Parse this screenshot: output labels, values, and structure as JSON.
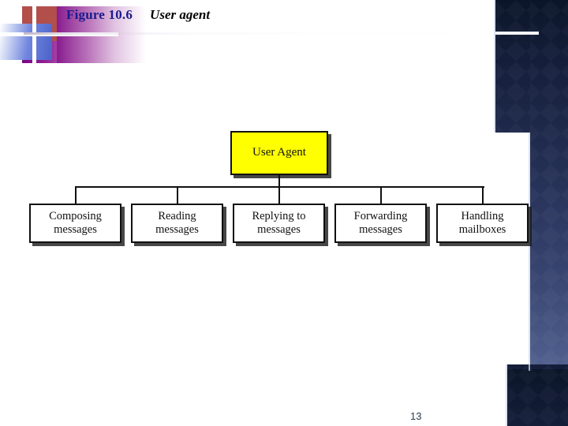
{
  "slide": {
    "page_number": "13",
    "title": {
      "figure_label": "Figure 10.6",
      "figure_name": "User agent"
    },
    "colors": {
      "figure_label_color": "#1a1a8c",
      "figure_name_color": "#000000",
      "root_node_fill": "#ffff00",
      "leaf_node_fill": "#ffffff",
      "node_border": "#111111",
      "panel_top": "#0b1529",
      "panel_bottom": "#64729c",
      "deco_red": "#b24f4b",
      "deco_purple": "#7b0b86",
      "deco_blue": "#4b63c8"
    }
  },
  "diagram": {
    "type": "hierarchy",
    "root": {
      "label": "User Agent",
      "fill": "#ffff00"
    },
    "children": [
      {
        "label_line1": "Composing",
        "label_line2": "messages"
      },
      {
        "label_line1": "Reading",
        "label_line2": "messages"
      },
      {
        "label_line1": "Replying to",
        "label_line2": "messages"
      },
      {
        "label_line1": "Forwarding",
        "label_line2": "messages"
      },
      {
        "label_line1": "Handling",
        "label_line2": "mailboxes"
      }
    ]
  }
}
